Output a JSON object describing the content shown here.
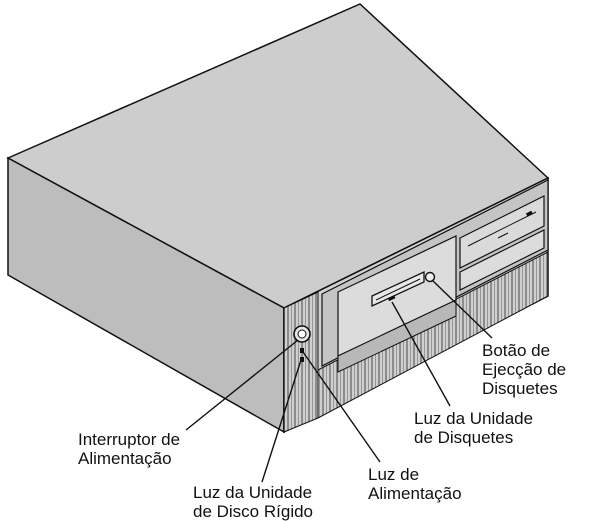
{
  "labels": {
    "eject_button": {
      "line1": "Botão de",
      "line2": "Ejecção de",
      "line3": "Disquetes"
    },
    "diskette_light": {
      "line1": "Luz da Unidade",
      "line2": "de Disquetes"
    },
    "power_switch": {
      "line1": "Interruptor de",
      "line2": "Alimentação"
    },
    "power_light": {
      "line1": "Luz de",
      "line2": "Alimentação"
    },
    "hdd_light": {
      "line1": "Luz da Unidade",
      "line2": "de Disco Rígido"
    }
  },
  "colors": {
    "case_top": "#cdcdcd",
    "case_side": "#bdbdbd",
    "case_front": "#d2d2d2",
    "outline": "#111111"
  }
}
